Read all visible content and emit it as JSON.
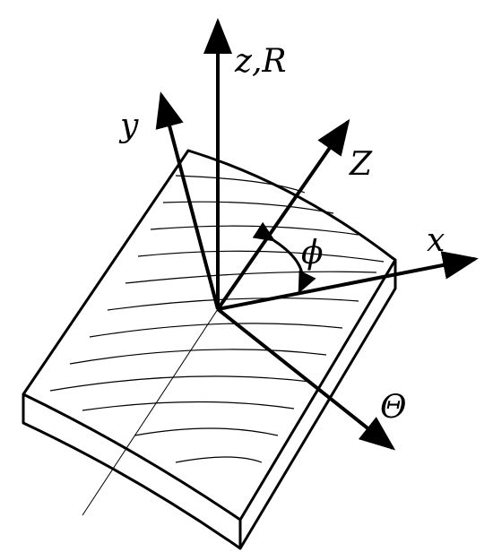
{
  "labels": {
    "z_axis": "z,R",
    "y_axis": "y",
    "Z_axis": "Z",
    "x_axis": "x",
    "phi": "ϕ",
    "theta_axis": "Θ"
  },
  "colors": {
    "ink": "#000000",
    "background": "#ffffff"
  }
}
